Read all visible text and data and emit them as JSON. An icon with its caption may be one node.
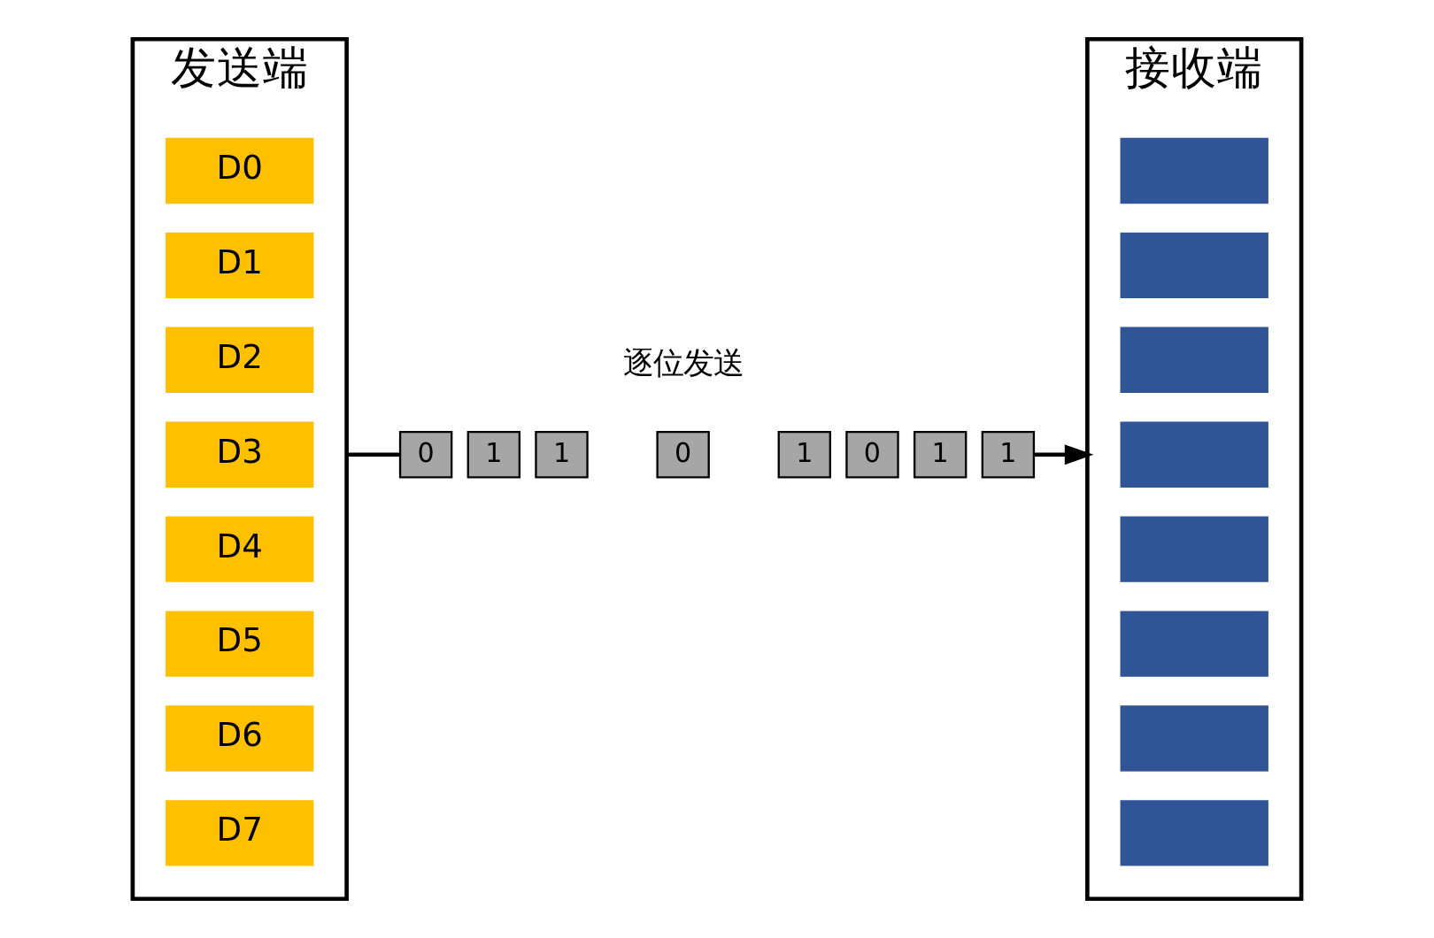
{
  "diagram": {
    "nodes": [
      {
        "text": [
          "发送端"
        ]
      },
      {
        "text": [
          "D0"
        ],
        "in": 0
      },
      {
        "text": [
          "D1"
        ],
        "in": 0
      },
      {
        "text": [
          "D2"
        ],
        "in": 0
      },
      {
        "text": [
          "D3"
        ],
        "in": 0
      },
      {
        "text": [
          "D4"
        ],
        "in": 0
      },
      {
        "text": [
          "D5"
        ],
        "in": 0
      },
      {
        "text": [
          "D6"
        ],
        "in": 0
      },
      {
        "text": [
          "D7"
        ],
        "in": 0
      },
      {
        "text": [
          "0"
        ]
      },
      {
        "text": [
          "1"
        ]
      },
      {
        "text": [
          "1"
        ]
      },
      {
        "text": [
          "0"
        ]
      },
      {
        "text": [
          "1"
        ]
      },
      {
        "text": [
          "0"
        ]
      },
      {
        "text": [
          "1"
        ]
      },
      {
        "text": [
          "1"
        ]
      },
      {
        "text": [
          "接收端"
        ]
      },
      {
        "text": [],
        "shape": "box",
        "in": 17
      },
      {
        "text": [],
        "shape": "box",
        "in": 17
      },
      {
        "text": [],
        "shape": "box",
        "in": 17
      },
      {
        "text": [],
        "shape": "box",
        "in": 17
      },
      {
        "text": [],
        "shape": "box",
        "in": 17
      },
      {
        "text": [],
        "shape": "box",
        "in": 17
      },
      {
        "text": [],
        "shape": "box",
        "in": 17
      },
      {
        "text": [],
        "shape": "box",
        "in": 17
      }
    ],
    "edges": [
      {
        "from": 0,
        "to": 9,
        "arrow": "none"
      },
      {
        "from": 16,
        "to": 17,
        "arrow": "to"
      }
    ],
    "labels": [
      "逐位发送"
    ]
  }
}
